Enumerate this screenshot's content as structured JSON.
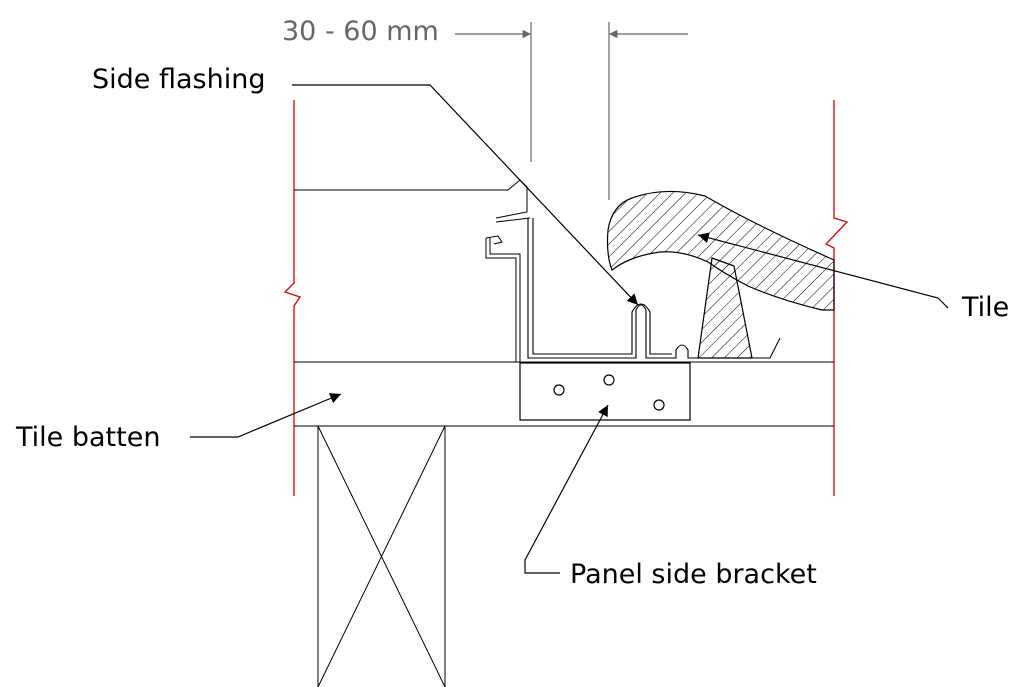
{
  "labels": {
    "dimension": "30 - 60 mm",
    "side_flashing": "Side flashing",
    "tile": "Tile",
    "tile_batten": "Tile batten",
    "panel_side_bracket": "Panel side bracket"
  },
  "colors": {
    "line": "#000000",
    "break_line": "#e00000",
    "dimension": "#666666"
  }
}
